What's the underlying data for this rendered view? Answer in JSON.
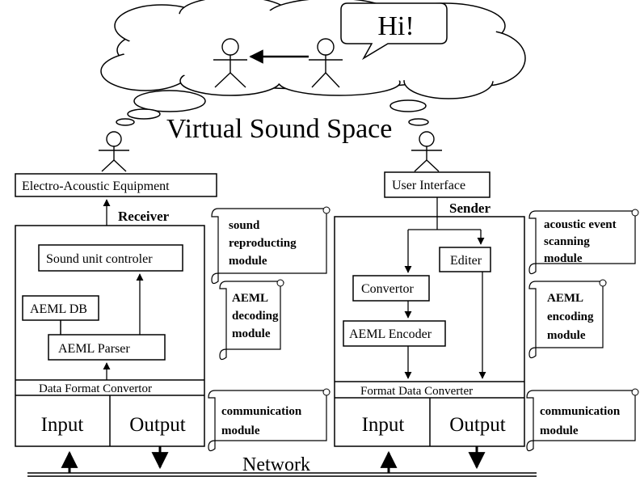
{
  "speech_bubble": "Hi!",
  "scene_title": "Virtual Sound Space",
  "network_label": "Network",
  "receiver": {
    "equipment_label": "Electro-Acoustic Equipment",
    "title": "Receiver",
    "sound_unit_controller": "Sound unit controler",
    "aeml_db": "AEML DB",
    "aeml_parser": "AEML Parser",
    "data_format": "Data Format Convertor",
    "input": "Input",
    "output": "Output"
  },
  "sender": {
    "ui_label": "User Interface",
    "title": "Sender",
    "editer": "Editer",
    "convertor": "Convertor",
    "aeml_encoder": "AEML Encoder",
    "data_format": "Format Data Converter",
    "input": "Input",
    "output": "Output"
  },
  "scrolls": {
    "sound_reproducing": [
      "sound",
      "reproducting",
      "module"
    ],
    "aeml_decoding": [
      "AEML",
      "decoding",
      "module"
    ],
    "communication_left": [
      "communication",
      "module"
    ],
    "acoustic_scanning": [
      "acoustic event",
      "scanning",
      "module"
    ],
    "aeml_encoding": [
      "AEML",
      "encoding",
      "module"
    ],
    "communication_right": [
      "communication",
      "module"
    ]
  }
}
